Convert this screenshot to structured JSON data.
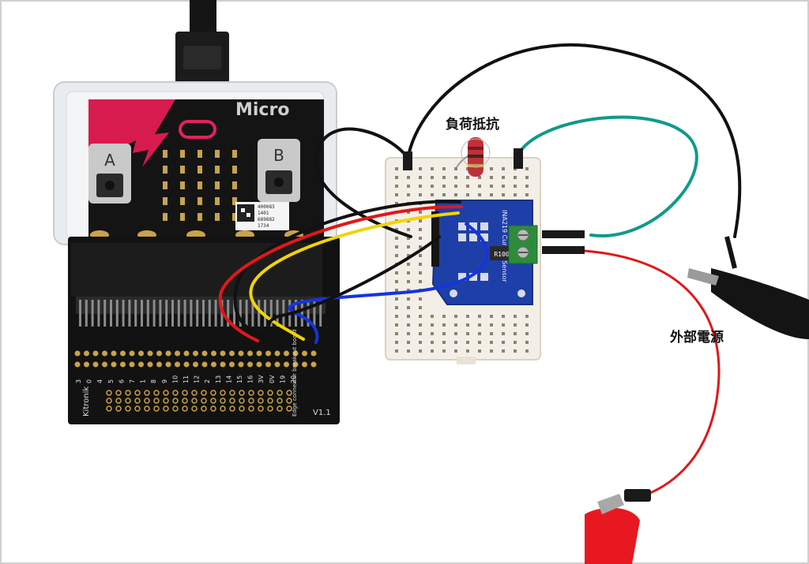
{
  "annotations": {
    "load_resistor": "負荷抵抗",
    "external_power": "外部電源"
  },
  "board_text": {
    "microbit_logo": "Micro",
    "button_a": "A",
    "button_b": "B",
    "serial": "400083\n1401\n689882\n1734",
    "breakout_brand": "Kitronik",
    "breakout_desc": "Edge connector breakout board",
    "breakout_version": "V1.1",
    "pin_numbers": [
      "3",
      "0",
      "4",
      "5",
      "6",
      "7",
      "1",
      "8",
      "9",
      "10",
      "11",
      "12",
      "2",
      "13",
      "14",
      "15",
      "16",
      "3V",
      "0V",
      "19",
      "20"
    ],
    "sensor_module": "INA219 Current Sensor",
    "sensor_resistor": "R100"
  },
  "colors": {
    "background": "#ffffff",
    "pcb": "#111111",
    "microbit_accent": "#d81b4f",
    "sensor_pcb": "#1f3fa8",
    "breadboard": "#f4efe6",
    "terminal_block": "#2e8b3a",
    "wire_black": "#111111",
    "wire_red": "#e01818",
    "wire_yellow": "#f2d400",
    "wire_blue": "#1434e0",
    "wire_teal": "#109a8a",
    "clip_red": "#e81820"
  },
  "icons": [
    "usb-cable-icon",
    "alligator-clip-icon",
    "resistor-icon",
    "led-matrix-icon"
  ]
}
